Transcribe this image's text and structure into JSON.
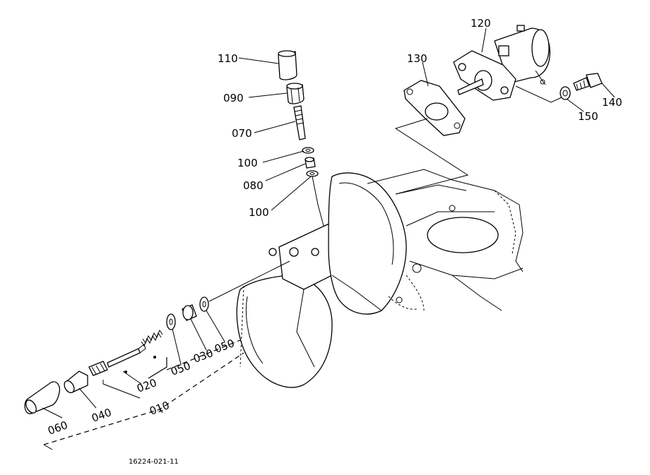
{
  "diagram": {
    "drawing_number": "16224-021-11",
    "labels": {
      "p010": "010",
      "p020": "020",
      "p030": "030",
      "p040": "040",
      "p050a": "050",
      "p050b": "050",
      "p060": "060",
      "p070": "070",
      "p080": "080",
      "p090": "090",
      "p100a": "100",
      "p100b": "100",
      "p110": "110",
      "p120": "120",
      "p130": "130",
      "p140": "140",
      "p150": "150"
    }
  }
}
